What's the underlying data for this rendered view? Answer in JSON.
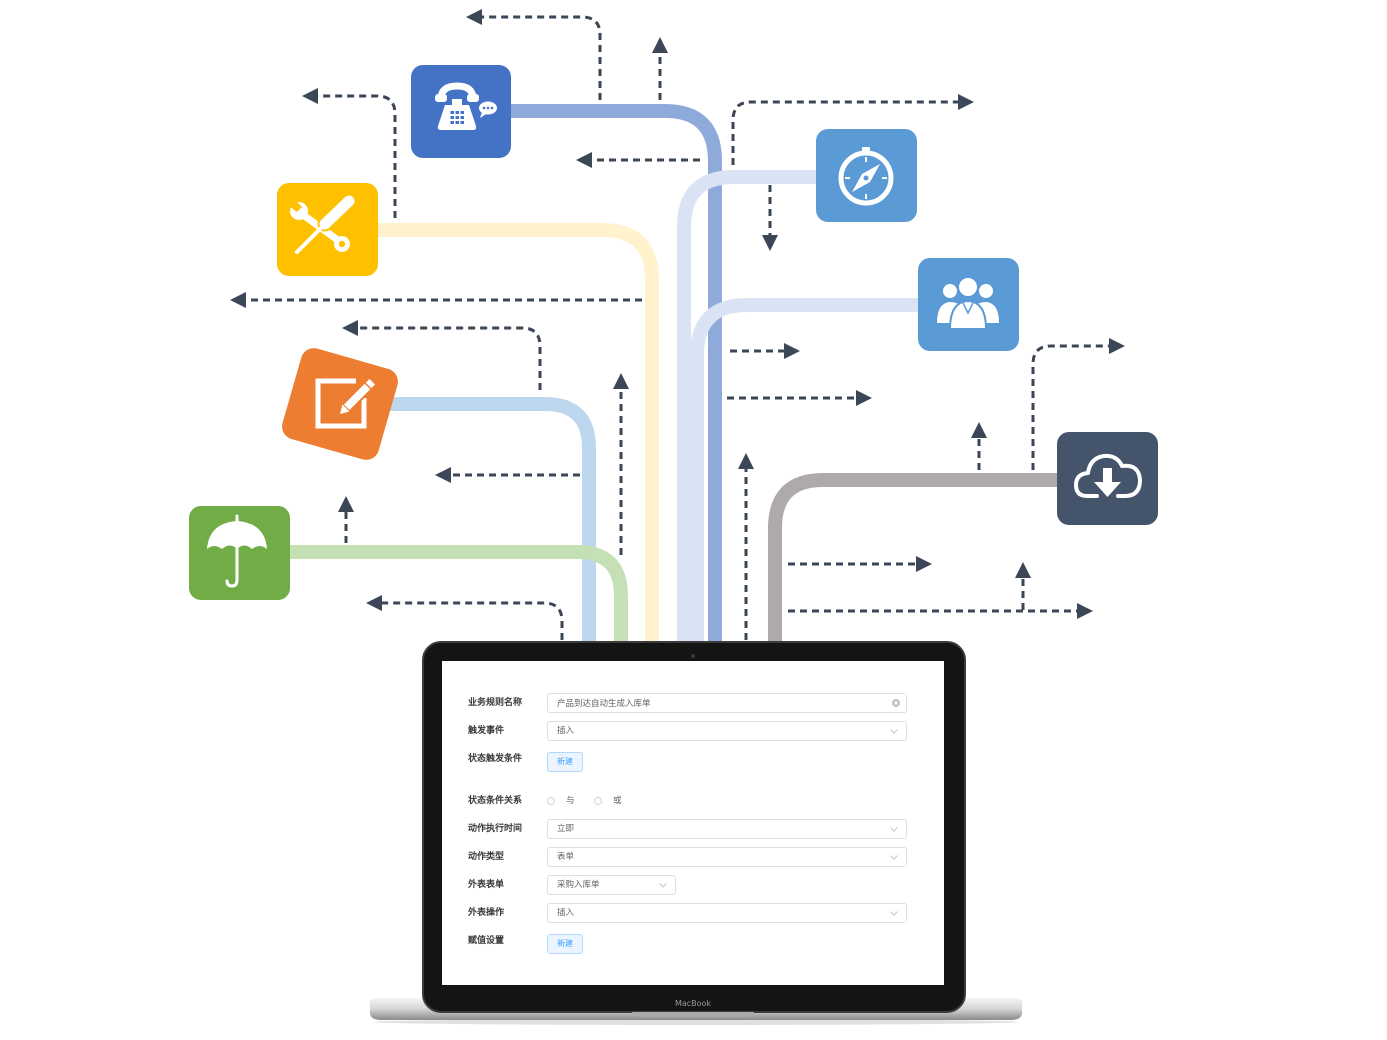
{
  "laptop": {
    "brand": "MacBook"
  },
  "form": {
    "rule_name": {
      "label": "业务规则名称",
      "value": "产品到达自动生成入库单"
    },
    "trigger_event": {
      "label": "触发事件",
      "value": "插入"
    },
    "state_trigger_condition": {
      "label": "状态触发条件",
      "button": "新建"
    },
    "state_condition_relation": {
      "label": "状态条件关系",
      "options": [
        "与",
        "或"
      ]
    },
    "action_execution_time": {
      "label": "动作执行时间",
      "value": "立即"
    },
    "action_type": {
      "label": "动作类型",
      "value": "表单"
    },
    "external_form": {
      "label": "外表表单",
      "value": "采购入库单"
    },
    "external_operation": {
      "label": "外表操作",
      "value": "插入"
    },
    "assignment_settings": {
      "label": "赋值设置",
      "button": "新建"
    }
  },
  "diagram": {
    "connector_color": "#3b4656",
    "nodes": [
      {
        "icon": "telephone-icon",
        "color": "#4472c4",
        "line_color": "#8eaadb"
      },
      {
        "icon": "tools-icon",
        "color": "#ffc000",
        "line_color": "#fff2cc"
      },
      {
        "icon": "edit-icon",
        "color": "#ed7d31",
        "line_color": "#bdd7ee"
      },
      {
        "icon": "umbrella-icon",
        "color": "#70ad47",
        "line_color": "#c5e0b4"
      },
      {
        "icon": "compass-icon",
        "color": "#5b9bd5",
        "line_color": "#dae3f3"
      },
      {
        "icon": "users-icon",
        "color": "#5b9bd5",
        "line_color": "#dae3f3"
      },
      {
        "icon": "cloud-download-icon",
        "color": "#44546a",
        "line_color": "#aeaaaa"
      }
    ]
  },
  "theme": {
    "button_bg": "#ecf5ff",
    "button_text": "#409eff",
    "field_border": "#dcdfe6"
  }
}
